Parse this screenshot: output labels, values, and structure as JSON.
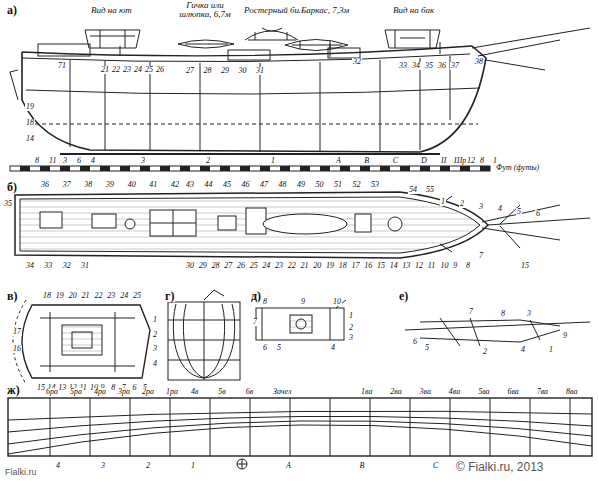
{
  "diagram": {
    "labels": [
      "а)",
      "Вид на ют",
      "Гичка или шлюпка, 6,7м",
      "Ростерный бимс",
      "Баркас, 7,3м",
      "Вид на бак",
      "71",
      "21",
      "22",
      "23",
      "24",
      "25",
      "26",
      "27",
      "28",
      "29",
      "30",
      "31",
      "32",
      "33",
      "34",
      "35",
      "36",
      "37",
      "38",
      "19",
      "18",
      "14",
      "8",
      "11",
      "3",
      "6",
      "4",
      "3",
      "2",
      "1",
      "А",
      "В",
      "С",
      "D",
      "II",
      "Шр",
      "12",
      "8",
      "1",
      "Фут (футы)",
      "б)",
      "36",
      "37",
      "38",
      "39",
      "40",
      "41",
      "42",
      "43",
      "44",
      "45",
      "46",
      "47",
      "48",
      "49",
      "50",
      "51",
      "52",
      "53",
      "54",
      "55",
      "1",
      "2",
      "3",
      "4",
      "5",
      "6",
      "35",
      "34",
      "33",
      "32",
      "31",
      "30",
      "29",
      "28",
      "27",
      "26",
      "25",
      "24",
      "23",
      "22",
      "21",
      "20",
      "19",
      "18",
      "17",
      "16",
      "15",
      "14",
      "13",
      "12",
      "11",
      "10",
      "9",
      "8",
      "7",
      "15",
      "в)",
      "18",
      "19",
      "20",
      "21",
      "22",
      "23",
      "24",
      "25",
      "17",
      "16",
      "1",
      "2",
      "3",
      "4",
      "15",
      "14",
      "13",
      "12",
      "11",
      "10",
      "9",
      "8",
      "7",
      "6",
      "5",
      "г)",
      "д)",
      "8",
      "9",
      "10",
      "7",
      "6",
      "5",
      "4",
      "3",
      "2",
      "1",
      "е)",
      "6",
      "5",
      "7",
      "8",
      "3",
      "4",
      "2",
      "9",
      "1",
      "ж)",
      "6ра",
      "5ра",
      "4ра",
      "3ра",
      "2ра",
      "1ра",
      "4в",
      "5в",
      "6в",
      "Зачел",
      "1ва",
      "2ва",
      "3ва",
      "4ва",
      "5ва",
      "6ва",
      "7ва",
      "8ва",
      "4",
      "3",
      "2",
      "1",
      "А",
      "В",
      "С",
      "Fialki.ru",
      "© Fialki.ru, 2013"
    ]
  }
}
